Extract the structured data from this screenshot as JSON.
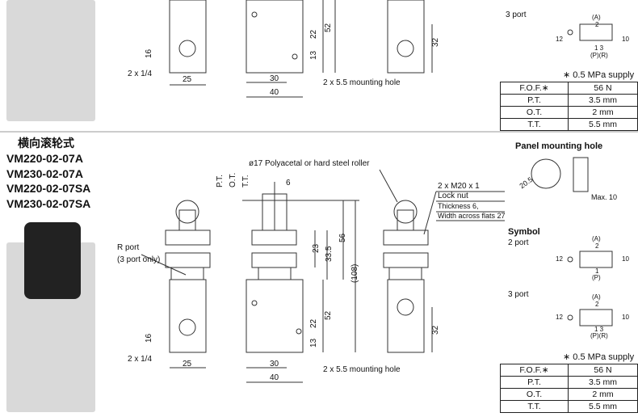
{
  "top": {
    "port_label": "3 port",
    "dims": {
      "d16": "16",
      "d25": "25",
      "d30": "30",
      "d40": "40",
      "d22": "22",
      "d52": "52",
      "d13": "13",
      "d32": "32"
    },
    "pipe": "2 x 1/4",
    "mount": "2 x 5.5 mounting hole",
    "symbol": {
      "a": "(A)",
      "two": "2",
      "p12": "12",
      "p10": "10",
      "n13": "1 3",
      "pr": "(P)(R)"
    },
    "supply_note": "∗ 0.5 MPa supply",
    "specs": [
      {
        "k": "F.O.F.∗",
        "v": "56 N"
      },
      {
        "k": "P.T.",
        "v": "3.5 mm"
      },
      {
        "k": "O.T.",
        "v": "2 mm"
      },
      {
        "k": "T.T.",
        "v": "5.5 mm"
      }
    ]
  },
  "bottom": {
    "title_cn": "横向滚轮式",
    "models": [
      "VM220-02-07A",
      "VM230-02-07A",
      "VM220-02-07SA",
      "VM230-02-07SA"
    ],
    "roller": "ø17 Polyacetal or hard steel roller",
    "pt": "P.T.",
    "ot": "O.T.",
    "tt": "T.T.",
    "d6": "6",
    "r_port": "R port",
    "r_port_note": "(3 port only)",
    "locknut": [
      "2 x M20 x 1",
      "Lock nut",
      "Thickness 6,",
      "Width across flats 27"
    ],
    "dims": {
      "d23": "23",
      "d33": "33.5",
      "d56": "56",
      "d108": "(108)",
      "d22": "22",
      "d52": "52",
      "d13": "13",
      "d16": "16",
      "d25": "25",
      "d30": "30",
      "d40": "40",
      "d32": "32"
    },
    "pipe": "2 x 1/4",
    "mount": "2 x 5.5 mounting hole",
    "panel_title": "Panel mounting hole",
    "panel_d": "20.5",
    "panel_max": "Max. 10",
    "symbol_title": "Symbol",
    "port2": "2 port",
    "port3": "3 port",
    "sym2": {
      "a": "(A)",
      "two": "2",
      "p12": "12",
      "p10": "10",
      "one": "1",
      "p": "(P)"
    },
    "sym3": {
      "a": "(A)",
      "two": "2",
      "p12": "12",
      "p10": "10",
      "n13": "1 3",
      "pr": "(P)(R)"
    },
    "supply_note": "∗ 0.5 MPa supply",
    "specs": [
      {
        "k": "F.O.F.∗",
        "v": "56 N"
      },
      {
        "k": "P.T.",
        "v": "3.5 mm"
      },
      {
        "k": "O.T.",
        "v": "2 mm"
      },
      {
        "k": "T.T.",
        "v": "5.5 mm"
      }
    ]
  }
}
